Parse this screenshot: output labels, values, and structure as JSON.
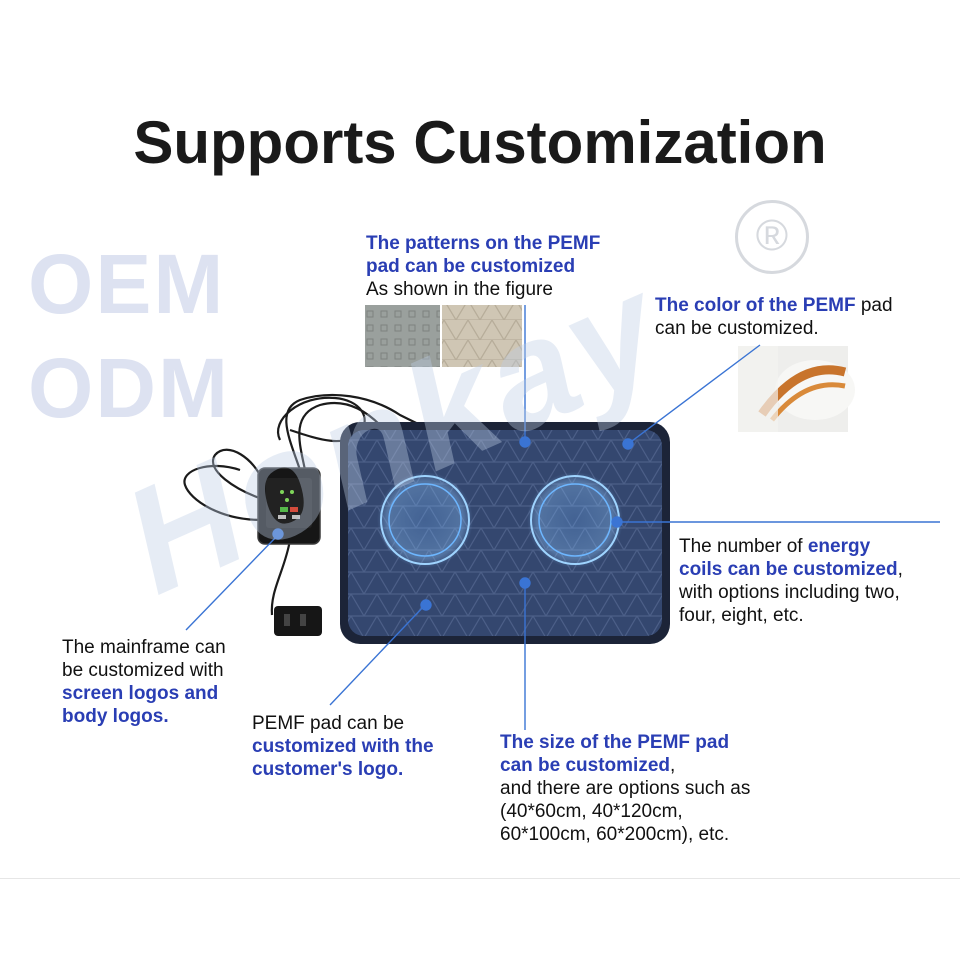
{
  "title": "Supports Customization",
  "watermark": {
    "oem": "OEM",
    "odm": "ODM",
    "brand": "Honkay",
    "registered": "®"
  },
  "captions": {
    "patterns": {
      "line1": "The patterns on the PEMF",
      "line2": "pad can be customized",
      "line3": "As shown in the figure"
    },
    "color": {
      "line1_blue": "The color of the PEMF",
      "line1_plain": " pad",
      "line2": "can be customized."
    },
    "coils": {
      "line1_plain": "The number of ",
      "line1_blue": "energy",
      "line2_blue": "coils can be customized",
      "line2_plain": ",",
      "line3": "with options including two,",
      "line4": "four, eight, etc."
    },
    "mainframe": {
      "line1": "The mainframe can",
      "line2": "be customized with",
      "line3": "screen logos and",
      "line4": "body logos."
    },
    "logo": {
      "line1": "PEMF pad can be",
      "line2": "customized with the",
      "line3": "customer's logo."
    },
    "size": {
      "line1": "The size of the PEMF pad",
      "line2_blue": "can be customized",
      "line2_plain": ",",
      "line3": "and there are options such as",
      "line4": "(40*60cm, 40*120cm,",
      "line5": "60*100cm, 60*200cm), etc."
    }
  },
  "colors": {
    "accent_blue": "#2a3eb4",
    "pad_navy": "#2f4168",
    "pointer": "#3a74d4",
    "watermark": "#dde2f1"
  }
}
